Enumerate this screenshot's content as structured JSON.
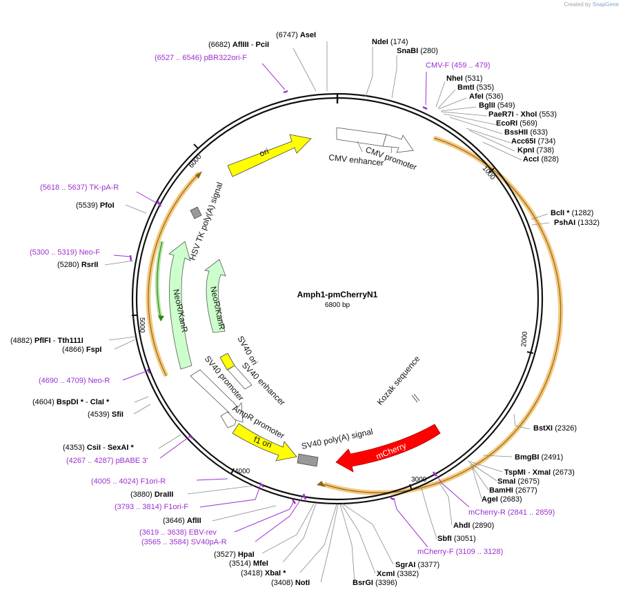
{
  "credit": {
    "created_by": "Created by",
    "brand": "SnapGene"
  },
  "plasmid": {
    "name": "Amph1-pmCherryN1",
    "size": "6800 bp"
  },
  "ticks": [
    "1000",
    "2000",
    "3000",
    "4000",
    "5000",
    "6000"
  ],
  "sites": {
    "ase": {
      "name": "AseI",
      "pos": "(6747)"
    },
    "afl3": {
      "name": "AflIII",
      "pos": "(6682)",
      "sep": "-",
      "name2": "PciI"
    },
    "nde": {
      "name": "NdeI",
      "pos": "(174)"
    },
    "sna": {
      "name": "SnaBI",
      "pos": "(280)"
    },
    "nhe": {
      "name": "NheI",
      "pos": "(531)"
    },
    "bmt": {
      "name": "BmtI",
      "pos": "(535)"
    },
    "afe": {
      "name": "AfeI",
      "pos": "(536)"
    },
    "bgl": {
      "name": "BglII",
      "pos": "(549)"
    },
    "pae": {
      "name": "PaeR7I",
      "sep": "-",
      "name2": "XhoI",
      "pos": "(553)"
    },
    "eco": {
      "name": "EcoRI",
      "pos": "(569)"
    },
    "bss": {
      "name": "BssHII",
      "pos": "(633)"
    },
    "acc65": {
      "name": "Acc65I",
      "pos": "(734)"
    },
    "kpn": {
      "name": "KpnI",
      "pos": "(738)"
    },
    "acc": {
      "name": "AccI",
      "pos": "(828)"
    },
    "bcl": {
      "name": "BclI *",
      "pos": "(1282)"
    },
    "psh": {
      "name": "PshAI",
      "pos": "(1332)"
    },
    "bstx": {
      "name": "BstXI",
      "pos": "(2326)"
    },
    "bmg": {
      "name": "BmgBI",
      "pos": "(2491)"
    },
    "tspm": {
      "name": "TspMI",
      "sep": "-",
      "name2": "XmaI",
      "pos": "(2673)"
    },
    "sma": {
      "name": "SmaI",
      "pos": "(2675)"
    },
    "bam": {
      "name": "BamHI",
      "pos": "(2677)"
    },
    "age": {
      "name": "AgeI",
      "pos": "(2683)"
    },
    "ahd": {
      "name": "AhdI",
      "pos": "(2890)"
    },
    "sbf": {
      "name": "SbfI",
      "pos": "(3051)"
    },
    "sgra": {
      "name": "SgrAI",
      "pos": "(3377)"
    },
    "xcm": {
      "name": "XcmI",
      "pos": "(3382)"
    },
    "bsrg": {
      "name": "BsrGI",
      "pos": "(3396)"
    },
    "not": {
      "name": "NotI",
      "pos": "(3408)"
    },
    "xba": {
      "name": "XbaI *",
      "pos": "(3418)"
    },
    "mfe": {
      "name": "MfeI",
      "pos": "(3514)"
    },
    "hpa": {
      "name": "HpaI",
      "pos": "(3527)"
    },
    "afl2": {
      "name": "AflII",
      "pos": "(3646)"
    },
    "dra3": {
      "name": "DraIII",
      "pos": "(3880)"
    },
    "csi": {
      "name": "CsiI",
      "sep": "-",
      "name2": "SexAI *",
      "pos": "(4353)"
    },
    "sfi": {
      "name": "SfiI",
      "pos": "(4539)"
    },
    "bspd": {
      "name": "BspDI *",
      "sep": "-",
      "name2": "ClaI *",
      "pos": "(4604)"
    },
    "fsp": {
      "name": "FspI",
      "pos": "(4866)"
    },
    "pfl": {
      "name": "PflFI",
      "sep": "-",
      "name2": "Tth111I",
      "pos": "(4882)"
    },
    "rsr": {
      "name": "RsrII",
      "pos": "(5280)"
    },
    "pfo": {
      "name": "PfoI",
      "pos": "(5539)"
    }
  },
  "primers": {
    "pbr": {
      "range": "(6527 .. 6546)",
      "name": "pBR322ori-F"
    },
    "cmvf": {
      "name": "CMV-F",
      "range": "(459 .. 479)"
    },
    "tkpa": {
      "range": "(5618 .. 5637)",
      "name": "TK-pA-R"
    },
    "neof": {
      "range": "(5300 .. 5319)",
      "name": "Neo-F"
    },
    "neor": {
      "range": "(4690 .. 4709)",
      "name": "Neo-R"
    },
    "pbabe": {
      "range": "(4267 .. 4287)",
      "name": "pBABE 3'"
    },
    "f1r": {
      "range": "(4005 .. 4024)",
      "name": "F1ori-R"
    },
    "f1f": {
      "range": "(3793 .. 3814)",
      "name": "F1ori-F"
    },
    "ebv": {
      "range": "(3619 .. 3638)",
      "name": "EBV-rev"
    },
    "sv40pa": {
      "range": "(3565 .. 3584)",
      "name": "SV40pA-R"
    },
    "mchr": {
      "name": "mCherry-R",
      "range": "(2841 .. 2859)"
    },
    "mchf": {
      "name": "mCherry-F",
      "range": "(3109 .. 3128)"
    }
  },
  "features": {
    "ori": "ori",
    "cmv_promoter": "CMV promoter",
    "cmv_enhancer": "CMV enhancer",
    "hsv_tk": "HSV TK poly(A) signal",
    "neo_outer": "NeoR/KanR",
    "neo_inner": "NeoR/KanR",
    "sv40_ori": "SV40 ori",
    "sv40_enh": "SV40 enhancer",
    "sv40_prom": "SV40 promoter",
    "ampr_prom": "AmpR promoter",
    "f1": "f1 ori",
    "sv40pa": "SV40 poly(A) signal",
    "mcherry": "mCherry",
    "kozak": "Kozak sequence"
  },
  "colors": {
    "backbone": "#111111",
    "primer": "#9b2fd0",
    "ori": "#ffff00",
    "neo": "#ccffcc",
    "mcherry": "#ff0000",
    "orf_highlight": "#f6c77c",
    "orf_line": "#8a6a1a",
    "polya": "#999999"
  }
}
